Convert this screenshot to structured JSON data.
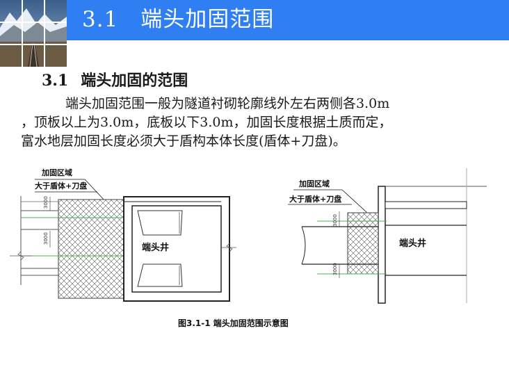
{
  "header": {
    "title": "3.1　端头加固范围"
  },
  "section": {
    "number": "3.1",
    "title": "端头加固的范围"
  },
  "paragraph": {
    "line1": "端头加固范围一般为隧道衬砌轮廓线外左右两侧各3.0m",
    "line2": "，顶板以上为3.0m，底板以下3.0m，加固长度根据土质而定，",
    "line3": "富水地层加固长度必须大于盾构本体长度(盾体+刀盘)。"
  },
  "left_diagram": {
    "label_zone": "加固区域",
    "label_length": "大于盾体+刀盘",
    "dim_top": "3000",
    "dim_bottom": "3000",
    "shaft_label": "端头井"
  },
  "right_diagram": {
    "label_zone": "加固区域",
    "label_length": "大于盾体+刀盘",
    "dim_top": "3000",
    "dim_bottom": "3000",
    "shaft_label": "端头井"
  },
  "caption": "图3.1-1  端头加固范围示意图",
  "colors": {
    "header_bg": "#2f7ff2",
    "header_text": "#ffffff",
    "guide_green": "#4caf50"
  }
}
